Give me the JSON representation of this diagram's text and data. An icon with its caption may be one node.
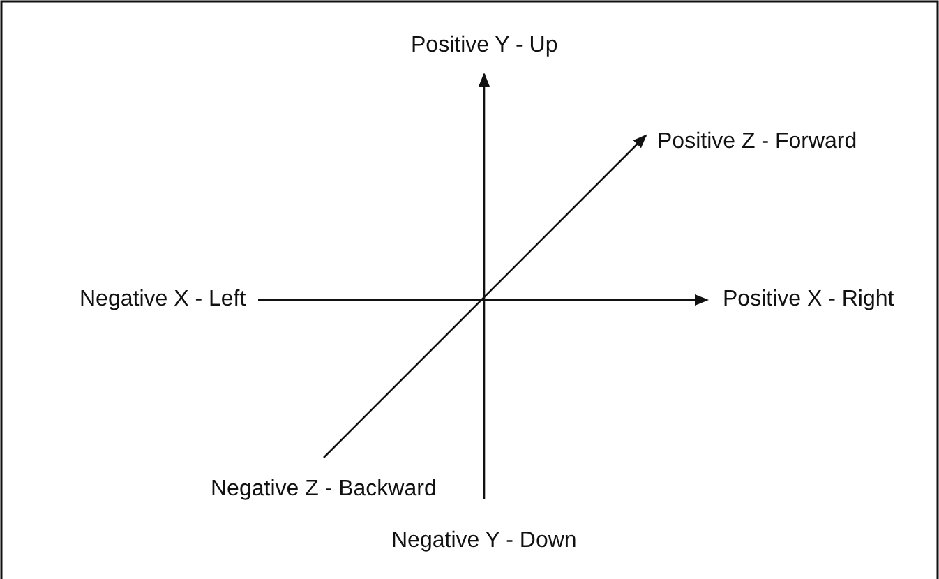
{
  "diagram": {
    "labels": [
      "Positive Y - Up",
      "Positive Z - Forward",
      "Negative X - Left",
      "Positive X - Right",
      "Negative Z - Backward",
      "Negative Y - Down"
    ]
  }
}
